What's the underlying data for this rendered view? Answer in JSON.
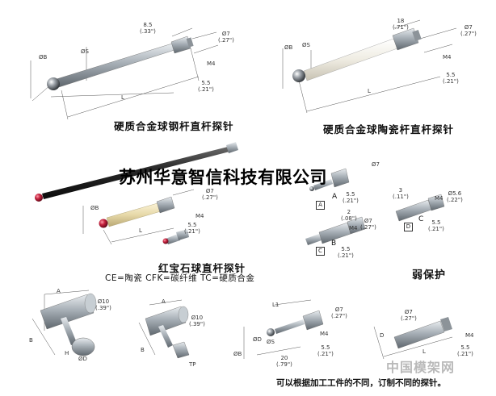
{
  "captions": {
    "steel": "硬质合金球钢杆直杆探针",
    "ceramic": "硬质合金球陶瓷杆直杆探针",
    "ruby": "红宝石球直杆探针",
    "weak": "弱保护"
  },
  "watermark": "苏州华意智信科技有限公司",
  "legend": "CE=陶瓷   CFK=碳纤维   TC=硬质合金",
  "footer_note": "可以根据加工工件的不同，订制不同的探针。",
  "site_watermark": "中国模架网",
  "dims": {
    "steel_top": "8.5\n(.33\")",
    "steel_phi7": "Ø7\n(.27\")",
    "steel_m4": "M4",
    "steel_55": "5.5\n(.21\")",
    "steel_s": "ØS",
    "steel_b": "ØB",
    "steel_l": "L",
    "cer_top": "18\n(.71\")",
    "cer_phi7": "Ø7\n(.27\")",
    "cer_m4": "M4",
    "cer_55": "5.5\n(.21\")",
    "cer_s": "ØS",
    "cer_b": "ØB",
    "cer_l": "L",
    "ruby_phi7": "Ø7\n(.27\")",
    "ruby_m4": "M4",
    "ruby_55": "5.5\n(.21\")",
    "ruby_b": "ØB",
    "ruby_l": "L",
    "a_phi7": "Ø7",
    "a_55": "5.5\n(.21\")",
    "b_2": "2\n(.08\")",
    "b_phi7": "Ø7\n(.27\")",
    "b_m4": "M4",
    "b_55": "5.5\n(.21\")",
    "d_3": "3\n(.11\")",
    "d_m4": "M4",
    "d_phi56": "Ø5.6\n(.22\")",
    "d_55": "5.5\n(.21\")",
    "bl_phi10": "Ø10\n(.39\")",
    "bl_a": "A",
    "bl_b": "B",
    "bl_h": "H",
    "bl_d": "ØD",
    "bm_a": "A",
    "bm_phi10": "Ø10\n(.39\")",
    "bm_b": "B",
    "bm_tp": "TP",
    "br1_l1": "L1",
    "br1_phi7": "Ø7\n(.27\")",
    "br1_m4": "M4",
    "br1_55": "5.5\n(.21\")",
    "br1_20": "20\n(.79\")",
    "br1_b": "ØB",
    "br1_s": "ØS",
    "br1_d": "ØD",
    "br2_phi7": "Ø7\n(.27\")",
    "br2_m4": "M4",
    "br2_55": "5.5\n(.21\")",
    "br2_l": "L",
    "br2_d": "D"
  },
  "labels": {
    "A": "A",
    "B": "B",
    "C": "C",
    "boxA": "A",
    "boxC": "C",
    "boxD": "D"
  },
  "colors": {
    "steel": "#9aa3ab",
    "ceramic": "#f1efe6",
    "carbon": "#1f1f1f",
    "ruby": "#b3223a"
  }
}
